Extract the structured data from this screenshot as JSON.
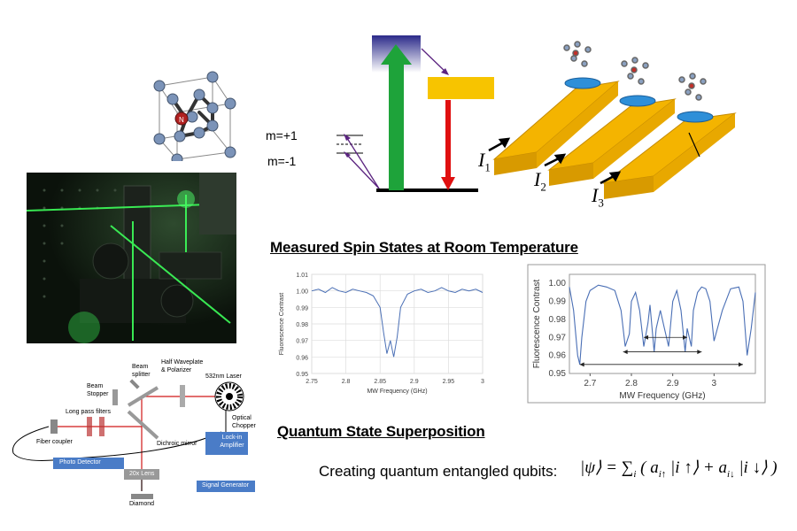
{
  "energy_diagram": {
    "label_m_plus": "m=+1",
    "label_m_minus": "m=-1"
  },
  "qubits": {
    "currents": [
      {
        "symbol": "I",
        "sub": "1"
      },
      {
        "symbol": "I",
        "sub": "2"
      },
      {
        "symbol": "I",
        "sub": "3"
      }
    ],
    "colors": {
      "bar": "#f4b400",
      "bar_shade": "#d89a00",
      "disk": "#2e8fd8"
    }
  },
  "headings": {
    "spin_states": "Measured Spin States at Room Temperature",
    "superposition": "Quantum State Superposition"
  },
  "superposition_text": "Creating quantum entangled qubits:",
  "equation": {
    "psi": "|ψ⟩ = ∑",
    "index": "i",
    "terms": "( a",
    "sub1": "i↑",
    "ket1": " |i ↑⟩ + a",
    "sub2": "i↓",
    "ket2": " |i ↓⟩ )"
  },
  "setup": {
    "beam_stopper": "Beam\nStopper",
    "beam_splitter": "Beam\nsplitter",
    "half_waveplate": "Half Waveplate\n& Polarizer",
    "laser": "532nm Laser",
    "optical_chopper": "Optical\nChopper",
    "long_pass": "Long pass filters",
    "fiber_coupler": "Fiber coupler",
    "dichroic": "Dichroic mirror",
    "lockin": "Lock-in\nAmplifier",
    "photodetector": "Photo Detector",
    "lens": "20x Lens",
    "signal_generator": "Signal Generator",
    "diamond": "Diamond",
    "box_color": "#4a7cc7"
  },
  "chart_data": [
    {
      "type": "line",
      "xlabel": "MW Frequency (GHz)",
      "ylabel": "Fluorescence Contrast",
      "xlim": [
        2.75,
        3.0
      ],
      "ylim": [
        0.95,
        1.01
      ],
      "xticks": [
        "2.75",
        "2.8",
        "2.85",
        "2.9",
        "2.95",
        "3"
      ],
      "yticks": [
        "0.95",
        "0.96",
        "0.97",
        "0.98",
        "0.99",
        "1.00",
        "1.01"
      ],
      "grid": true,
      "series": [
        {
          "color": "#4a6fb5",
          "x": [
            2.75,
            2.76,
            2.77,
            2.78,
            2.79,
            2.8,
            2.81,
            2.82,
            2.83,
            2.84,
            2.85,
            2.855,
            2.86,
            2.865,
            2.87,
            2.875,
            2.88,
            2.89,
            2.9,
            2.91,
            2.92,
            2.93,
            2.94,
            2.95,
            2.96,
            2.97,
            2.98,
            2.99,
            3.0
          ],
          "y": [
            1.0,
            1.001,
            0.999,
            1.002,
            1.0,
            0.999,
            1.001,
            1.0,
            0.999,
            0.997,
            0.99,
            0.975,
            0.962,
            0.97,
            0.96,
            0.972,
            0.99,
            0.998,
            1.0,
            1.001,
            0.999,
            1.0,
            1.002,
            1.0,
            0.999,
            1.001,
            1.0,
            1.001,
            0.999
          ]
        }
      ]
    },
    {
      "type": "line",
      "xlabel": "MW Frequency (GHz)",
      "ylabel": "Fluorescence Contrast",
      "xlim": [
        2.65,
        3.1
      ],
      "ylim": [
        0.95,
        1.005
      ],
      "xticks": [
        "2.7",
        "2.8",
        "2.9",
        "3"
      ],
      "yticks": [
        "0.95",
        "0.96",
        "0.97",
        "0.98",
        "0.99",
        "1.00"
      ],
      "grid": false,
      "series": [
        {
          "color": "#4a6fb5",
          "x": [
            2.65,
            2.66,
            2.67,
            2.675,
            2.68,
            2.69,
            2.7,
            2.72,
            2.74,
            2.76,
            2.775,
            2.785,
            2.795,
            2.8,
            2.81,
            2.82,
            2.83,
            2.84,
            2.845,
            2.855,
            2.86,
            2.87,
            2.88,
            2.89,
            2.9,
            2.91,
            2.92,
            2.93,
            2.935,
            2.945,
            2.95,
            2.96,
            2.97,
            2.98,
            2.99,
            3.0,
            3.02,
            3.04,
            3.06,
            3.07,
            3.08,
            3.09,
            3.1
          ],
          "y": [
            0.998,
            0.985,
            0.96,
            0.955,
            0.97,
            0.99,
            0.996,
            0.999,
            0.998,
            0.996,
            0.985,
            0.965,
            0.972,
            0.99,
            0.995,
            0.985,
            0.965,
            0.978,
            0.988,
            0.962,
            0.975,
            0.985,
            0.975,
            0.965,
            0.99,
            0.996,
            0.985,
            0.962,
            0.975,
            0.965,
            0.985,
            0.995,
            0.998,
            0.997,
            0.99,
            0.968,
            0.985,
            0.997,
            0.998,
            0.99,
            0.96,
            0.975,
            0.995
          ]
        }
      ]
    }
  ]
}
